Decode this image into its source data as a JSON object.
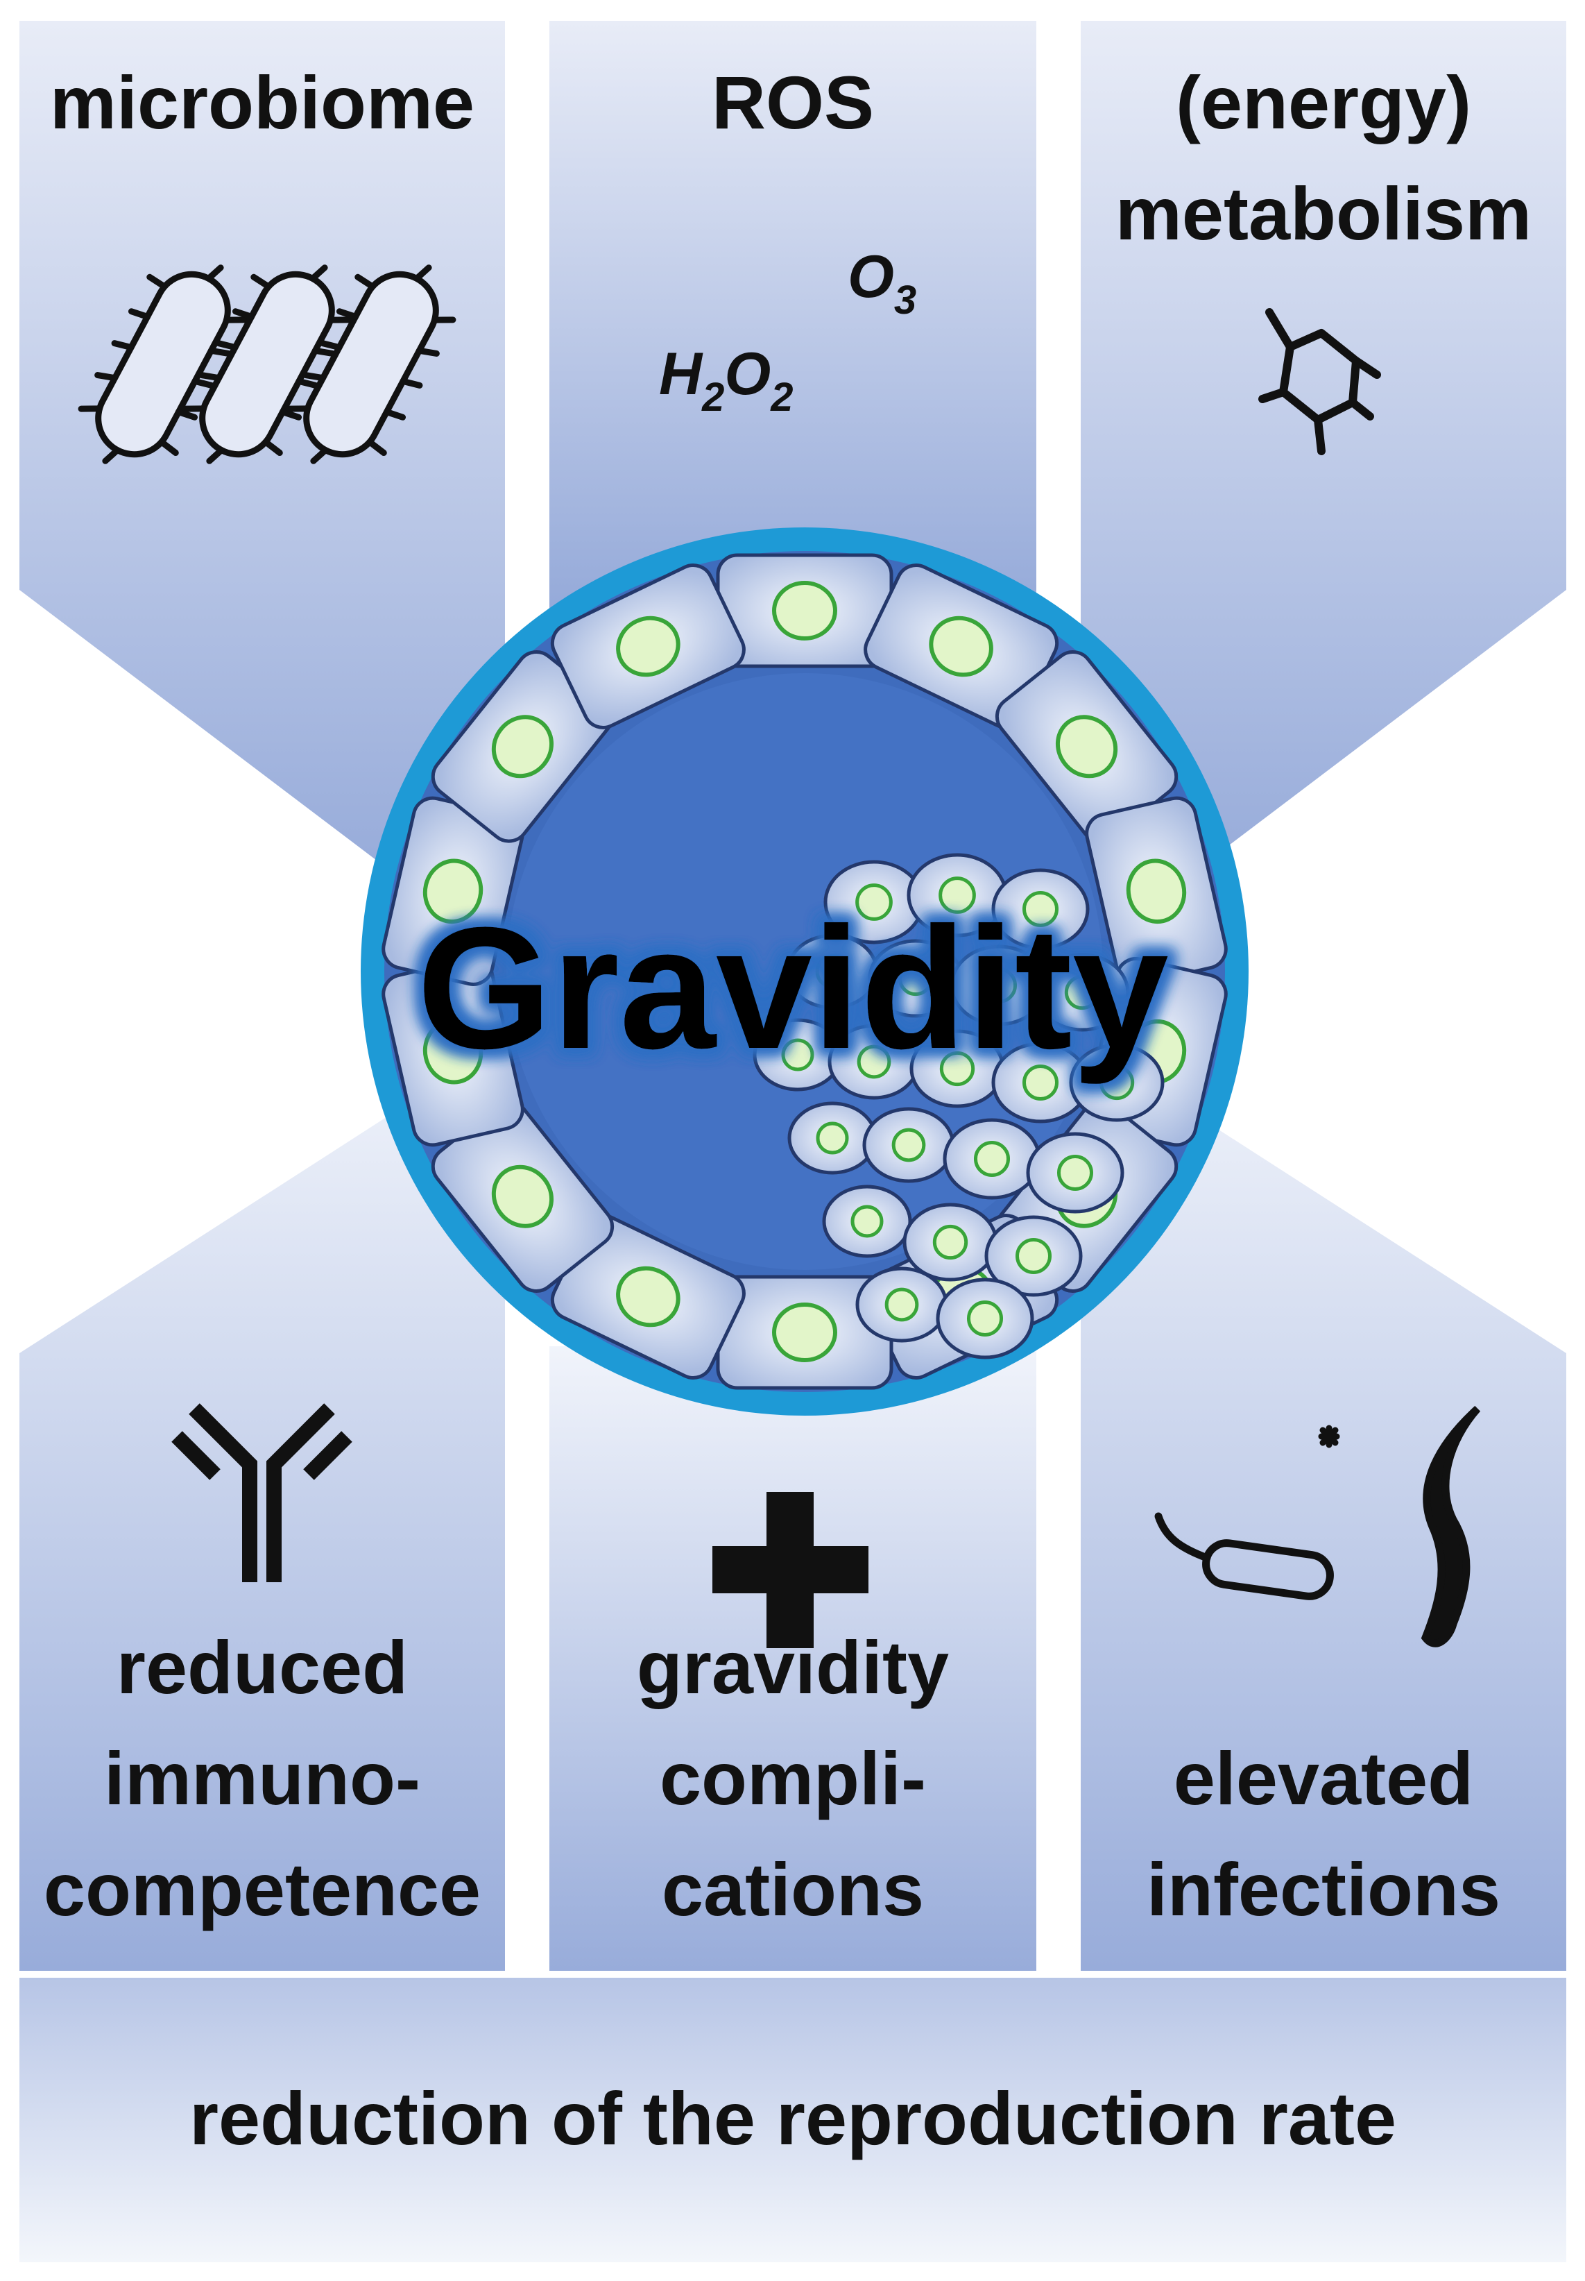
{
  "top_panels": {
    "microbiome": {
      "label": "microbiome",
      "icon": "bacteria-icon"
    },
    "ros": {
      "label": "ROS",
      "formula_o3": "O",
      "formula_o3_sub": "3",
      "formula_h2o2_h": "H",
      "formula_h2o2_sub1": "2",
      "formula_h2o2_o": "O",
      "formula_h2o2_sub2": "2"
    },
    "metabolism": {
      "label_line1": "(energy)",
      "label_line2": "metabolism",
      "icon": "glucose-molecule-icon"
    }
  },
  "center": {
    "title": "Gravidity",
    "illustration": "blastocyst-icon"
  },
  "bottom_panels": {
    "immunocompetence": {
      "line1": "reduced",
      "line2": "immuno-",
      "line3": "competence",
      "icon": "antibody-icon"
    },
    "complications": {
      "line1": "gravidity",
      "line2": "compli-",
      "line3": "cations",
      "icon": "plus-icon"
    },
    "infections": {
      "line1": "elevated",
      "line2": "infections",
      "icon": "pathogen-icon"
    }
  },
  "footer": {
    "label": "reduction of the reproduction rate"
  },
  "colors": {
    "panel_light": "#e6ebf7",
    "panel_dark": "#8ea4d6",
    "ring_outer": "#1e9ad6",
    "cavity": "#4472c4",
    "cell_fill": "#d3dcef",
    "nucleus_fill": "#e2f5c9",
    "nucleus_stroke": "#39a539",
    "title_glow": "#2f6fc4"
  }
}
